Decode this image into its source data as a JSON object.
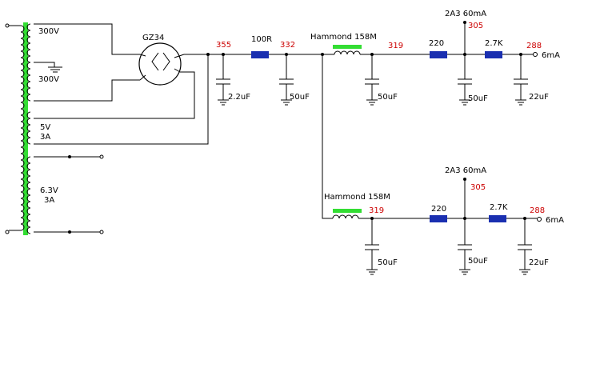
{
  "colors": {
    "core": "#33dd33",
    "resistor": "#1a2fb0",
    "volt": "#cc0000",
    "wire": "#000000"
  },
  "transformer": {
    "hv_upper": "300V",
    "hv_lower": "300V",
    "rect_volt": "5V",
    "rect_amp": "3A",
    "heater_volt": "6.3V",
    "heater_amp": "3A"
  },
  "rectifier": {
    "name": "GZ34"
  },
  "main": {
    "v1": "355",
    "c1": "2.2uF",
    "r1": "100R",
    "v2": "332",
    "c2": "50uF",
    "choke": "Hammond 158M",
    "v3": "319",
    "c3": "50uF",
    "r2": "220",
    "tube": "2A3 60mA",
    "v_tube": "305",
    "c4": "50uF",
    "r3": "2.7K",
    "v_out": "288",
    "c5": "22uF",
    "i_out": "6mA"
  },
  "branch": {
    "choke": "Hammond 158M",
    "v3": "319",
    "c3": "50uF",
    "r2": "220",
    "tube": "2A3 60mA",
    "v_tube": "305",
    "c4": "50uF",
    "r3": "2.7K",
    "v_out": "288",
    "c5": "22uF",
    "i_out": "6mA"
  }
}
